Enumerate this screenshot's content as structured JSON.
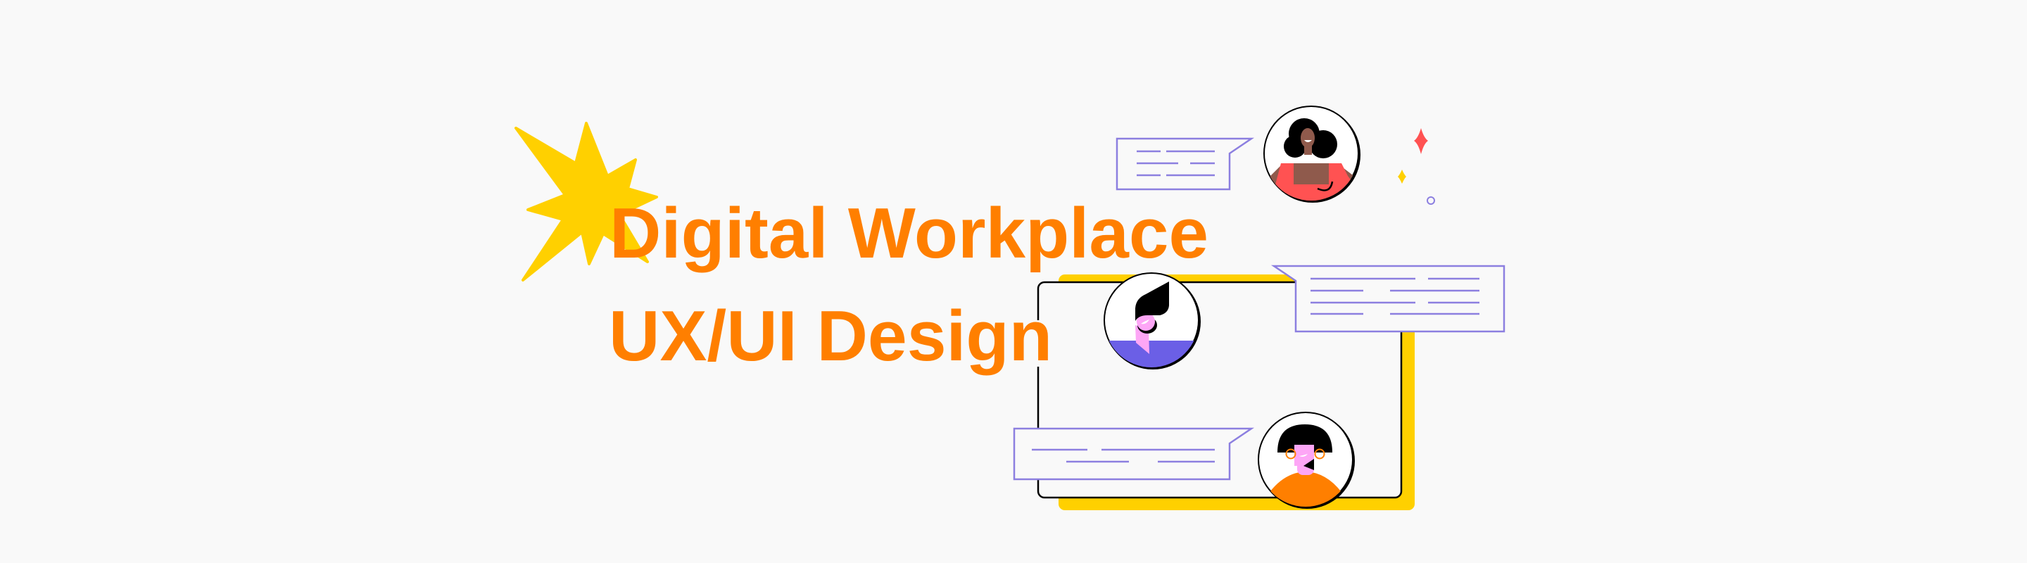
{
  "hero": {
    "title_line1": "Digital Workplace",
    "title_line2": "UX/UI Design"
  },
  "colors": {
    "background": "#F9F9F9",
    "title_orange": "#FF7F00",
    "starburst_yellow": "#FFD000",
    "frame_shadow_yellow": "#FFD000",
    "bubble_stroke": "#8C7FE0",
    "avatar1_shirt": "#FF5252",
    "avatar1_skin": "#8F5A4C",
    "avatar2_shirt": "#6B5FE6",
    "avatar2_skin": "#FDA6F6",
    "avatar3_shirt": "#FF7F00",
    "avatar3_skin": "#FDA6F6",
    "sparkle_red": "#FF5252",
    "sparkle_yellow": "#FFD000",
    "sparkle_ring": "#8C7FE0"
  },
  "illustration": {
    "decorations": [
      "starburst-icon",
      "sparkle-red-icon",
      "sparkle-yellow-icon",
      "ring-icon"
    ],
    "avatars": [
      {
        "name": "avatar-woman-curly-hair",
        "shirt": "red"
      },
      {
        "name": "avatar-man-quiff",
        "shirt": "purple"
      },
      {
        "name": "avatar-woman-bob-earrings",
        "shirt": "orange"
      }
    ],
    "chat_bubbles": [
      {
        "name": "chat-bubble-top",
        "lines": 3,
        "direction": "right"
      },
      {
        "name": "chat-bubble-middle",
        "lines": 4,
        "direction": "left"
      },
      {
        "name": "chat-bubble-bottom",
        "lines": 2,
        "direction": "right"
      }
    ]
  }
}
